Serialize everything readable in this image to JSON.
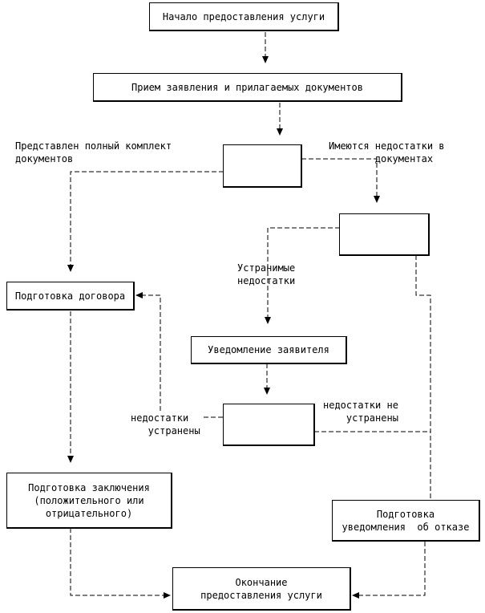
{
  "boxes": {
    "start": "Начало предоставления услуги",
    "receive": "Прием заявления и прилагаемых документов",
    "decision1": "",
    "decision2": "",
    "contract": "Подготовка договора",
    "notify": "Уведомление заявителя",
    "decision3": "",
    "conclusion": "Подготовка заключения\n(положительного или\nотрицательного)",
    "refusal": "Подготовка\nуведомления  об отказе",
    "end": "Окончание\nпредоставления услуги"
  },
  "labels": {
    "full_set": "Представлен полный комплект\nдокументов",
    "has_defects": "Имеются недостатки в\n        документах",
    "fixable": "Устранимые\nнедостатки",
    "fixed": "недостатки\n   устранены",
    "not_fixed": "недостатки не\n    устранены"
  }
}
